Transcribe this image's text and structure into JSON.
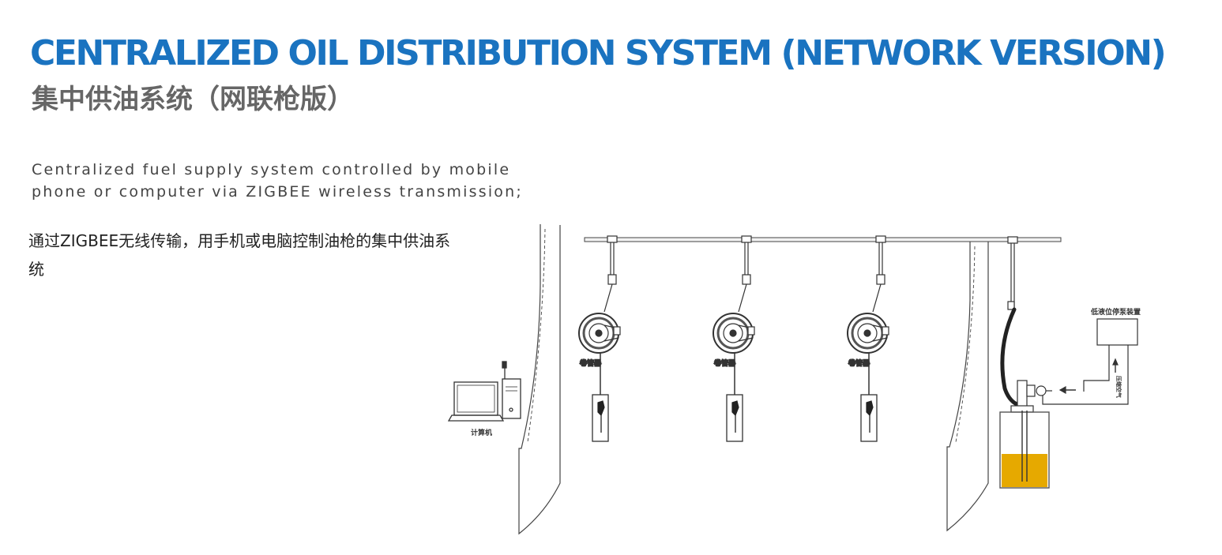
{
  "title_en": "CENTRALIZED OIL DISTRIBUTION SYSTEM (NETWORK VERSION)",
  "title_cn": "集中供油系统（网联枪版）",
  "description_en": "Centralized fuel supply system controlled by mobile phone or computer via ZIGBEE wireless transmission;",
  "description_cn": "通过ZIGBEE无线传输，用手机或电脑控制油枪的集中供油系统",
  "diagram": {
    "computer_label": "计算机",
    "reel_label": "卷管器",
    "pump_device_label": "低液位停泵装置",
    "air_label": "压缩空气",
    "colors": {
      "title": "#1a73c0",
      "oil": "#e6a900",
      "line": "#333333"
    }
  }
}
